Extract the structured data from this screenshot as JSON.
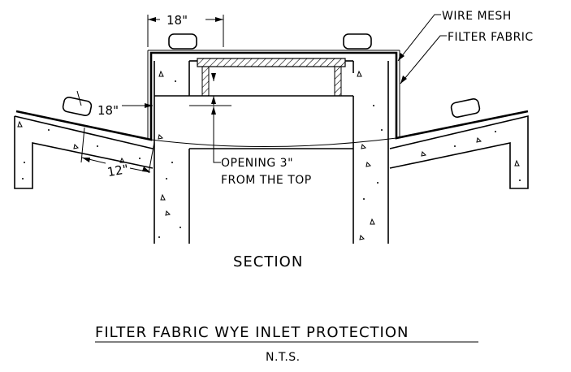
{
  "labels": {
    "wire_mesh": "WIRE MESH",
    "filter_fabric": "FILTER FABRIC",
    "dim_top": "18\"",
    "dim_left": "18\"",
    "dim_slope": "12\"",
    "opening_line1": "OPENING 3\"",
    "opening_line2": "FROM THE TOP",
    "section": "SECTION",
    "title": "FILTER FABRIC WYE INLET PROTECTION",
    "scale": "N.T.S."
  }
}
